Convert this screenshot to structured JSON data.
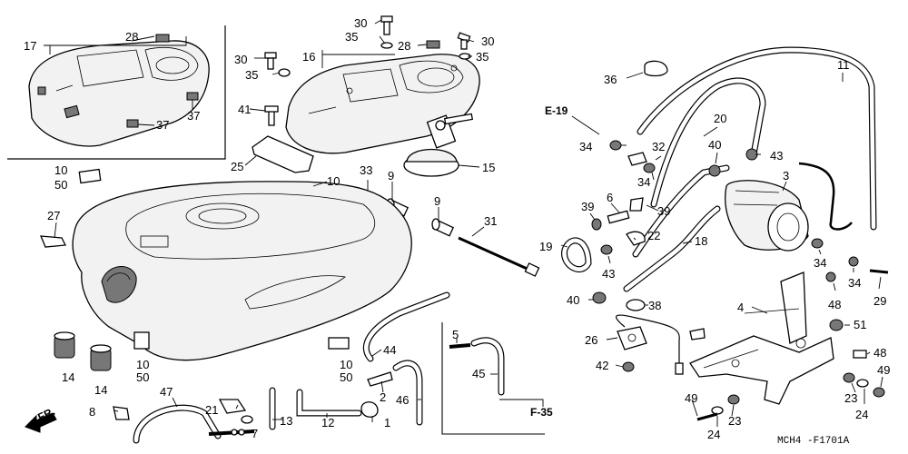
{
  "diagram": {
    "code": "MCH4 -F1701A",
    "direction_label": "FR.",
    "refs": {
      "e19": "E-19",
      "f35": "F-35"
    },
    "callouts": {
      "c17": "17",
      "c28a": "28",
      "c37a": "37",
      "c37b": "37",
      "c30a": "30",
      "c35a": "35",
      "c30b": "30",
      "c35b": "35",
      "c16": "16",
      "c28b": "28",
      "c30c": "30",
      "c35c": "35",
      "c41": "41",
      "c25": "25",
      "c15": "15",
      "c10a": "10",
      "c50a": "50",
      "c10b": "10",
      "c33": "33",
      "c9a": "9",
      "c9b": "9",
      "c31": "31",
      "c27": "27",
      "c14a": "14",
      "c14b": "14",
      "c10c": "10",
      "c50b": "50",
      "c10d": "10",
      "c50c": "50",
      "c44": "44",
      "c47": "47",
      "c8": "8",
      "c21": "21",
      "c7": "7",
      "c13": "13",
      "c12": "12",
      "c2": "2",
      "c1": "1",
      "c46": "46",
      "c5": "5",
      "c45": "45",
      "c36": "36",
      "c11": "11",
      "c20": "20",
      "c34a": "34",
      "c32": "32",
      "c34b": "34",
      "c40a": "40",
      "c43a": "43",
      "c3": "3",
      "c6": "6",
      "c39a": "39",
      "c39b": "39",
      "c22": "22",
      "c18": "18",
      "c19": "19",
      "c43b": "43",
      "c40b": "40",
      "c38": "38",
      "c34c": "34",
      "c34d": "34",
      "c29": "29",
      "c4": "4",
      "c48a": "48",
      "c51": "51",
      "c26": "26",
      "c42": "42",
      "c48b": "48",
      "c49a": "49",
      "c23a": "23",
      "c24a": "24",
      "c23b": "23",
      "c24b": "24",
      "c49b": "49"
    }
  }
}
